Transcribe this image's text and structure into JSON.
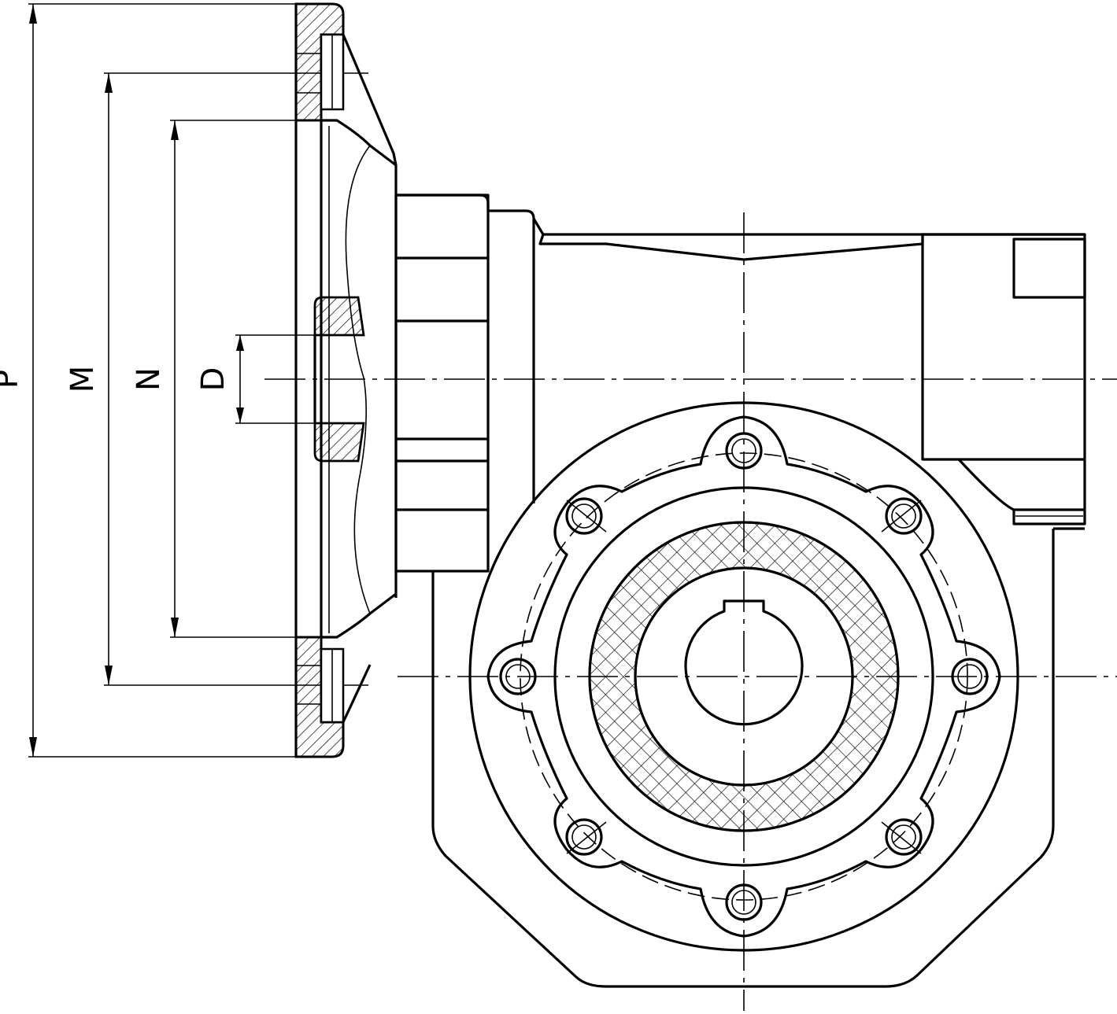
{
  "dimensions": {
    "P": "P",
    "M": "M",
    "N": "N",
    "D": "D"
  },
  "colors": {
    "line": "#000000",
    "background": "#ffffff"
  }
}
